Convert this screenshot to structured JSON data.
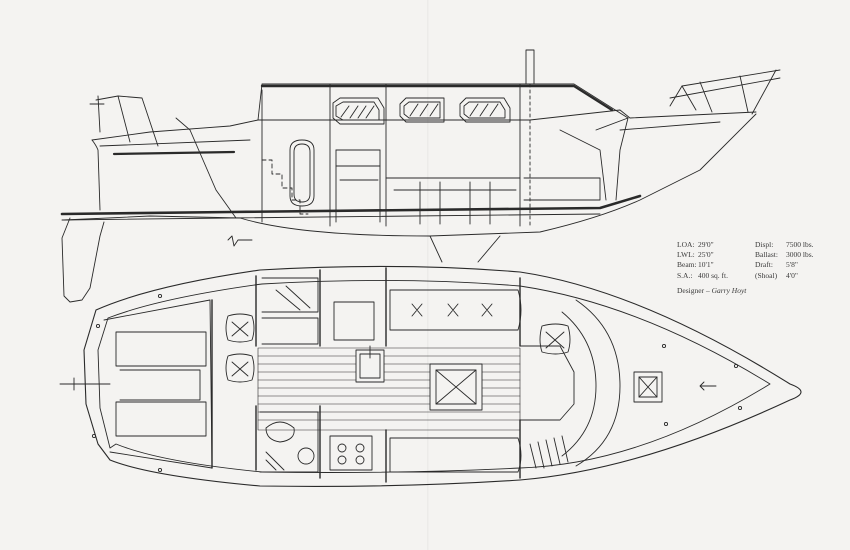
{
  "specs": {
    "rows": [
      {
        "k1": "LOA:",
        "v1": "29'0\"",
        "k2": "Displ:",
        "v2": "7500 lbs."
      },
      {
        "k1": "LWL:",
        "v1": "25'0\"",
        "k2": "Ballast:",
        "v2": "3000 lbs."
      },
      {
        "k1": "Beam:",
        "v1": "10'1\"",
        "k2": "Draft:",
        "v2": "5'8\""
      },
      {
        "k1": "S.A.:",
        "v1": "400 sq. ft.",
        "k2": "(Shoal)",
        "v2": "4'0\""
      }
    ],
    "designer_label": "Designer –",
    "designer_name": "Garry Hoyt"
  },
  "colors": {
    "paper": "#f4f3f1",
    "ink": "#2a2a2a"
  }
}
